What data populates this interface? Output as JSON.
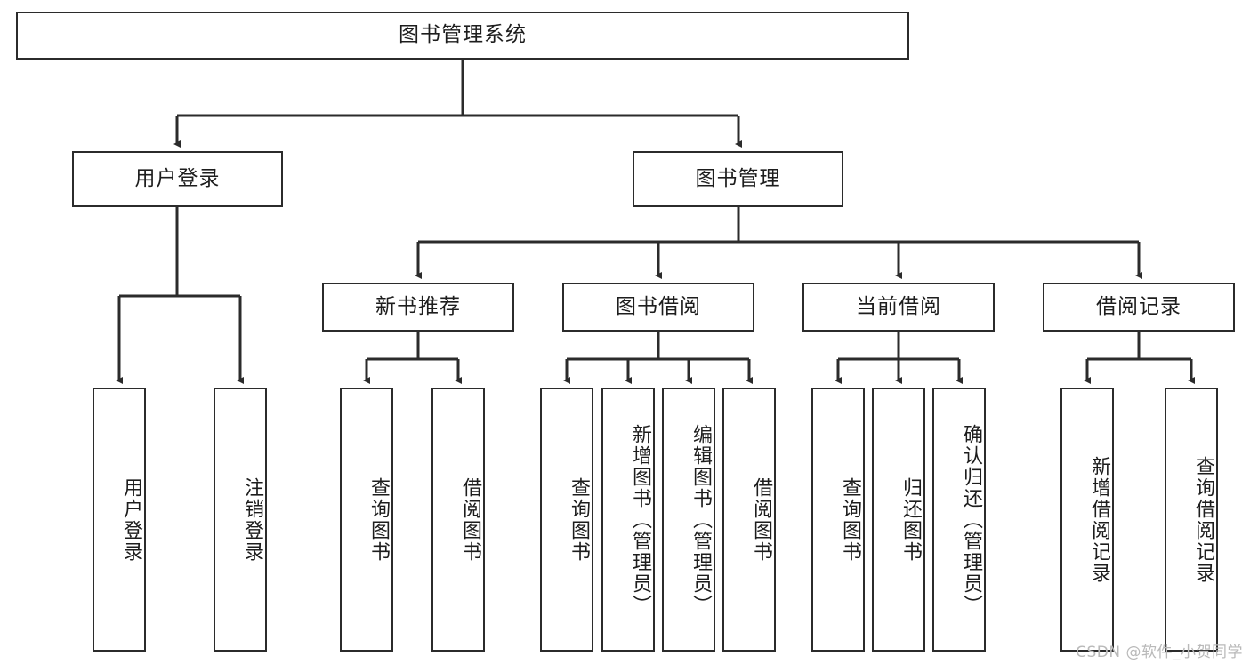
{
  "diagram": {
    "title": "图书管理系统",
    "watermark": "CSDN @软件_小贺同学",
    "colors": {
      "border": "#2b2b2b",
      "background": "#ffffff",
      "text": "#1d1d1d",
      "watermark": "#b9b9b9"
    },
    "nodes": {
      "root": {
        "label": "图书管理系统",
        "level": 1,
        "orientation": "horizontal"
      },
      "user_login": {
        "label": "用户登录",
        "level": 2,
        "orientation": "horizontal"
      },
      "book_manage": {
        "label": "图书管理",
        "level": 2,
        "orientation": "horizontal"
      },
      "new_book_rec": {
        "label": "新书推荐",
        "level": 3,
        "orientation": "horizontal"
      },
      "book_borrow": {
        "label": "图书借阅",
        "level": 3,
        "orientation": "horizontal"
      },
      "current_borrow": {
        "label": "当前借阅",
        "level": 3,
        "orientation": "horizontal"
      },
      "borrow_record": {
        "label": "借阅记录",
        "level": 3,
        "orientation": "horizontal"
      },
      "leaf_1": {
        "label": "用户登录",
        "level": 4,
        "orientation": "vertical"
      },
      "leaf_2": {
        "label": "注销登录",
        "level": 4,
        "orientation": "vertical"
      },
      "leaf_3": {
        "label": "查询图书",
        "level": 4,
        "orientation": "vertical"
      },
      "leaf_4": {
        "label": "借阅图书",
        "level": 4,
        "orientation": "vertical"
      },
      "leaf_5": {
        "label": "查询图书",
        "level": 4,
        "orientation": "vertical"
      },
      "leaf_6": {
        "label": "新增图书（管理员）",
        "level": 4,
        "orientation": "vertical"
      },
      "leaf_7": {
        "label": "编辑图书（管理员）",
        "level": 4,
        "orientation": "vertical"
      },
      "leaf_8": {
        "label": "借阅图书",
        "level": 4,
        "orientation": "vertical"
      },
      "leaf_9": {
        "label": "查询图书",
        "level": 4,
        "orientation": "vertical"
      },
      "leaf_10": {
        "label": "归还图书",
        "level": 4,
        "orientation": "vertical"
      },
      "leaf_11": {
        "label": "确认归还（管理员）",
        "level": 4,
        "orientation": "vertical"
      },
      "leaf_12": {
        "label": "新增借阅记录",
        "level": 4,
        "orientation": "vertical"
      },
      "leaf_13": {
        "label": "查询借阅记录",
        "level": 4,
        "orientation": "vertical"
      }
    },
    "edges": [
      {
        "from": "root",
        "to": "user_login"
      },
      {
        "from": "root",
        "to": "book_manage"
      },
      {
        "from": "user_login",
        "to": "leaf_1"
      },
      {
        "from": "user_login",
        "to": "leaf_2"
      },
      {
        "from": "book_manage",
        "to": "new_book_rec"
      },
      {
        "from": "book_manage",
        "to": "book_borrow"
      },
      {
        "from": "book_manage",
        "to": "current_borrow"
      },
      {
        "from": "book_manage",
        "to": "borrow_record"
      },
      {
        "from": "new_book_rec",
        "to": "leaf_3"
      },
      {
        "from": "new_book_rec",
        "to": "leaf_4"
      },
      {
        "from": "book_borrow",
        "to": "leaf_5"
      },
      {
        "from": "book_borrow",
        "to": "leaf_6"
      },
      {
        "from": "book_borrow",
        "to": "leaf_7"
      },
      {
        "from": "book_borrow",
        "to": "leaf_8"
      },
      {
        "from": "current_borrow",
        "to": "leaf_9"
      },
      {
        "from": "current_borrow",
        "to": "leaf_10"
      },
      {
        "from": "current_borrow",
        "to": "leaf_11"
      },
      {
        "from": "borrow_record",
        "to": "leaf_12"
      },
      {
        "from": "borrow_record",
        "to": "leaf_13"
      }
    ]
  }
}
